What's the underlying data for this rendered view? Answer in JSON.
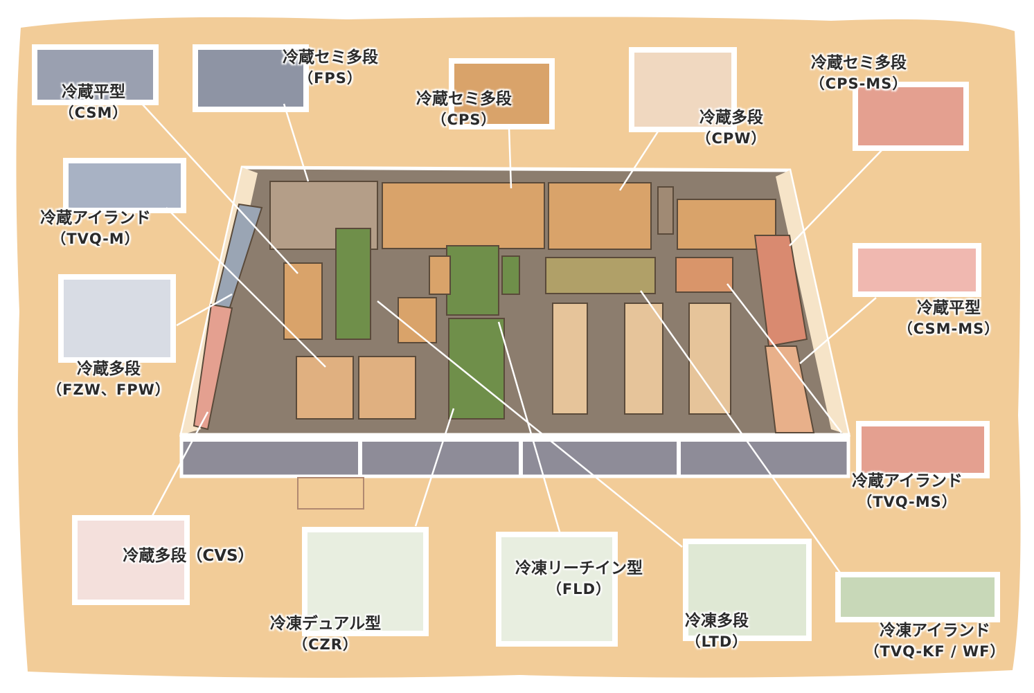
{
  "colors": {
    "background": "#f2cc98",
    "floor": "#8c7d6e",
    "wall": "#f6e4c8",
    "chilled": "#d9a36a",
    "frozen": "#6f8f4a",
    "pink": "#e4a090",
    "blue": "#8fa0b8",
    "line": "#ffffff"
  },
  "labels": [
    {
      "id": "csm",
      "name": "冷蔵平型",
      "code": "（CSM）"
    },
    {
      "id": "fps",
      "name": "冷蔵セミ多段",
      "code": "（FPS）"
    },
    {
      "id": "cps",
      "name": "冷蔵セミ多段",
      "code": "（CPS）"
    },
    {
      "id": "cpw",
      "name": "冷蔵多段",
      "code": "（CPW）"
    },
    {
      "id": "cps-ms",
      "name": "冷蔵セミ多段",
      "code": "（CPS-MS）"
    },
    {
      "id": "tvq-m",
      "name": "冷蔵アイランド",
      "code": "（TVQ-M）"
    },
    {
      "id": "fzw-fpw",
      "name": "冷蔵多段",
      "code": "（FZW、FPW）"
    },
    {
      "id": "csm-ms",
      "name": "冷蔵平型",
      "code": "（CSM-MS）"
    },
    {
      "id": "tvq-ms",
      "name": "冷蔵アイランド",
      "code": "（TVQ-MS）"
    },
    {
      "id": "cvs",
      "name": "冷蔵多段（CVS）",
      "code": ""
    },
    {
      "id": "czr",
      "name": "冷凍デュアル型",
      "code": "（CZR）"
    },
    {
      "id": "fld",
      "name": "冷凍リーチイン型",
      "code": "（FLD）"
    },
    {
      "id": "ltd",
      "name": "冷凍多段",
      "code": "（LTD）"
    },
    {
      "id": "tvq-kf",
      "name": "冷凍アイランド",
      "code": "（TVQ-KF / WF）"
    }
  ]
}
